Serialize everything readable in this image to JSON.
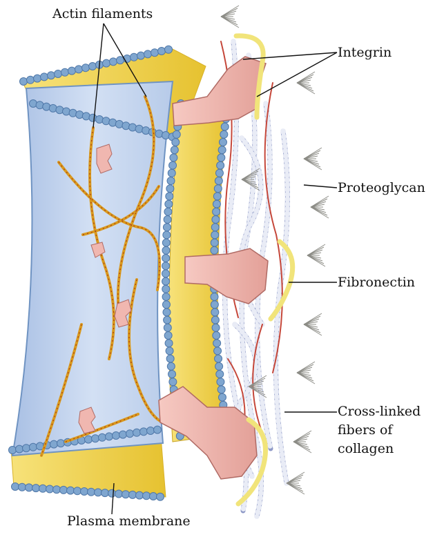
{
  "labels": {
    "actin": "Actin filaments",
    "integrin": "Integrin",
    "proteoglycan": "Proteoglycan",
    "fibronectin": "Fibronectin",
    "collagen_line1": "Cross-linked",
    "collagen_line2": "fibers of",
    "collagen_line3": "collagen",
    "plasma": "Plasma membrane"
  },
  "colors": {
    "cytoplasm": "#c9d8ef",
    "membrane_core": "#f2d64a",
    "head_group": "#7fa6cf",
    "actin": "#d99a1e",
    "integrin": "#f0b7b0",
    "fibronectin": "#f1e47a",
    "collagen": "#8f9ac7",
    "proteoglycan_red": "#c5473a",
    "proteoglycan_gray": "#8c8c86"
  }
}
